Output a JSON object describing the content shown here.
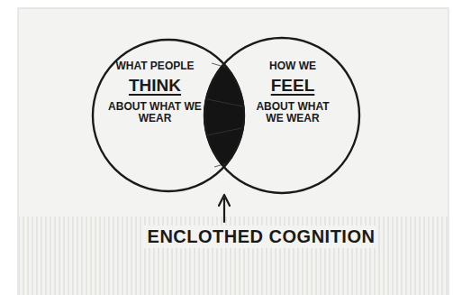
{
  "diagram": {
    "nodes": [
      {
        "text": [
          "WHAT PEOPLE",
          "THINK",
          "ABOUT WHAT WE WEAR"
        ]
      },
      {
        "text": [
          "HOW WE",
          "FEEL",
          "ABOUT WHAT WE WEAR"
        ]
      }
    ],
    "labels": [
      "ENCLOTHED COGNITION"
    ]
  }
}
